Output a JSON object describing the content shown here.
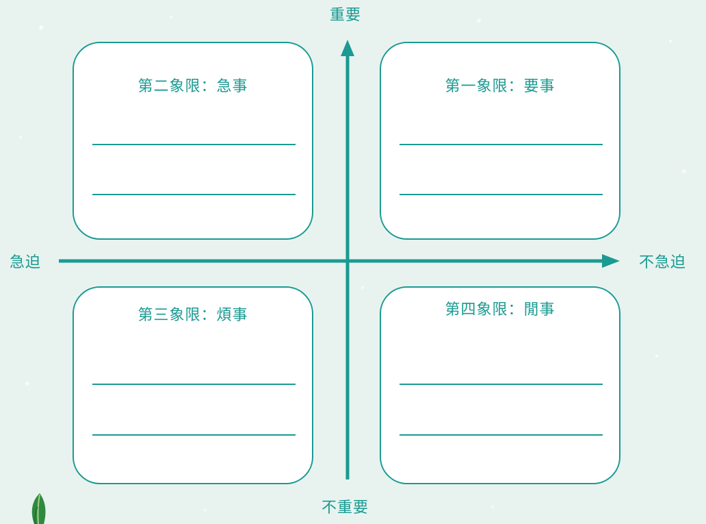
{
  "axes": {
    "top_label": "重要",
    "bottom_label": "不重要",
    "left_label": "急迫",
    "right_label": "不急迫"
  },
  "quadrants": {
    "q1": {
      "title": "第一象限：要事"
    },
    "q2": {
      "title": "第二象限：急事"
    },
    "q3": {
      "title": "第三象限：煩事"
    },
    "q4": {
      "title": "第四象限：閒事"
    }
  },
  "colors": {
    "accent": "#1a9a92",
    "background": "#e8f3ef",
    "box_fill": "#ffffff"
  }
}
